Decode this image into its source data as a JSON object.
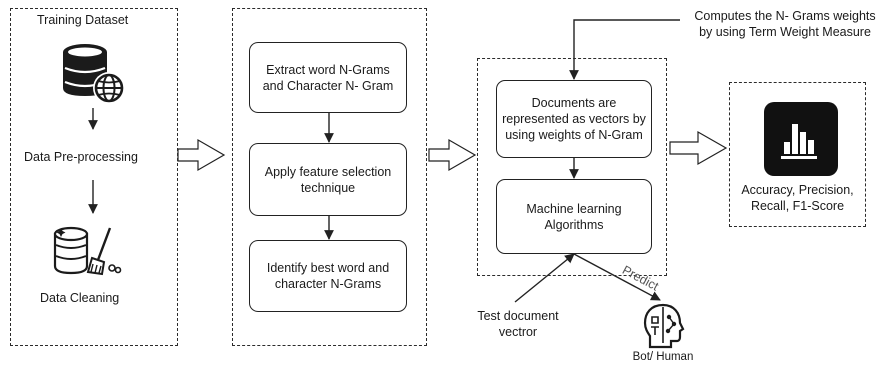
{
  "panel1": {
    "title": "Training Dataset",
    "step_preprocess": "Data Pre-processing",
    "step_cleaning": "Data Cleaning",
    "icons": [
      "database-globe-icon",
      "database-broom-icon"
    ]
  },
  "panel2": {
    "box1": "Extract word N-Grams and Character N- Gram",
    "box2": "Apply feature selection technique",
    "box3": "Identify best word and character N-Grams"
  },
  "panel3": {
    "box1": "Documents are represented as vectors by using weights of N-Gram",
    "box2": "Machine learning Algorithms"
  },
  "annotations": {
    "weights_line1": "Computes the N- Grams weights",
    "weights_line2": "by using Term Weight Measure",
    "test_line1": "Test document",
    "test_line2": "vectror",
    "predict": "Predict",
    "bot_human": "Bot/ Human"
  },
  "panel4": {
    "metrics_line1": "Accuracy, Precision,",
    "metrics_line2": "Recall, F1-Score",
    "icon": "bar-chart-icon"
  },
  "colors": {
    "line": "#222222",
    "icon_dark": "#1b1b1b"
  }
}
